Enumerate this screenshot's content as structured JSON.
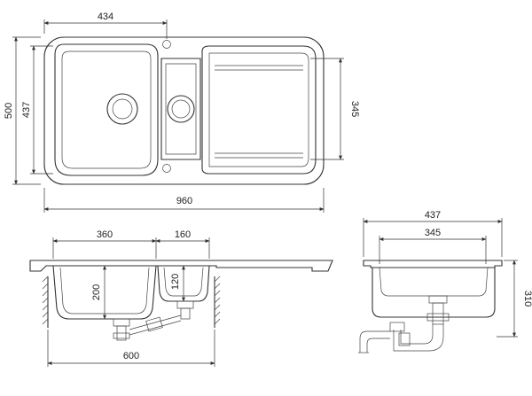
{
  "top_view": {
    "dim_top": "434",
    "dim_left_outer": "500",
    "dim_left_inner": "437",
    "dim_right": "345",
    "dim_bottom": "960"
  },
  "front_view": {
    "dim_main_bowl": "360",
    "dim_small_bowl": "160",
    "dim_depth_main": "200",
    "dim_depth_small": "120",
    "dim_cabinet": "600"
  },
  "side_view": {
    "dim_outer_width": "437",
    "dim_inner_width": "345",
    "dim_height": "310"
  }
}
